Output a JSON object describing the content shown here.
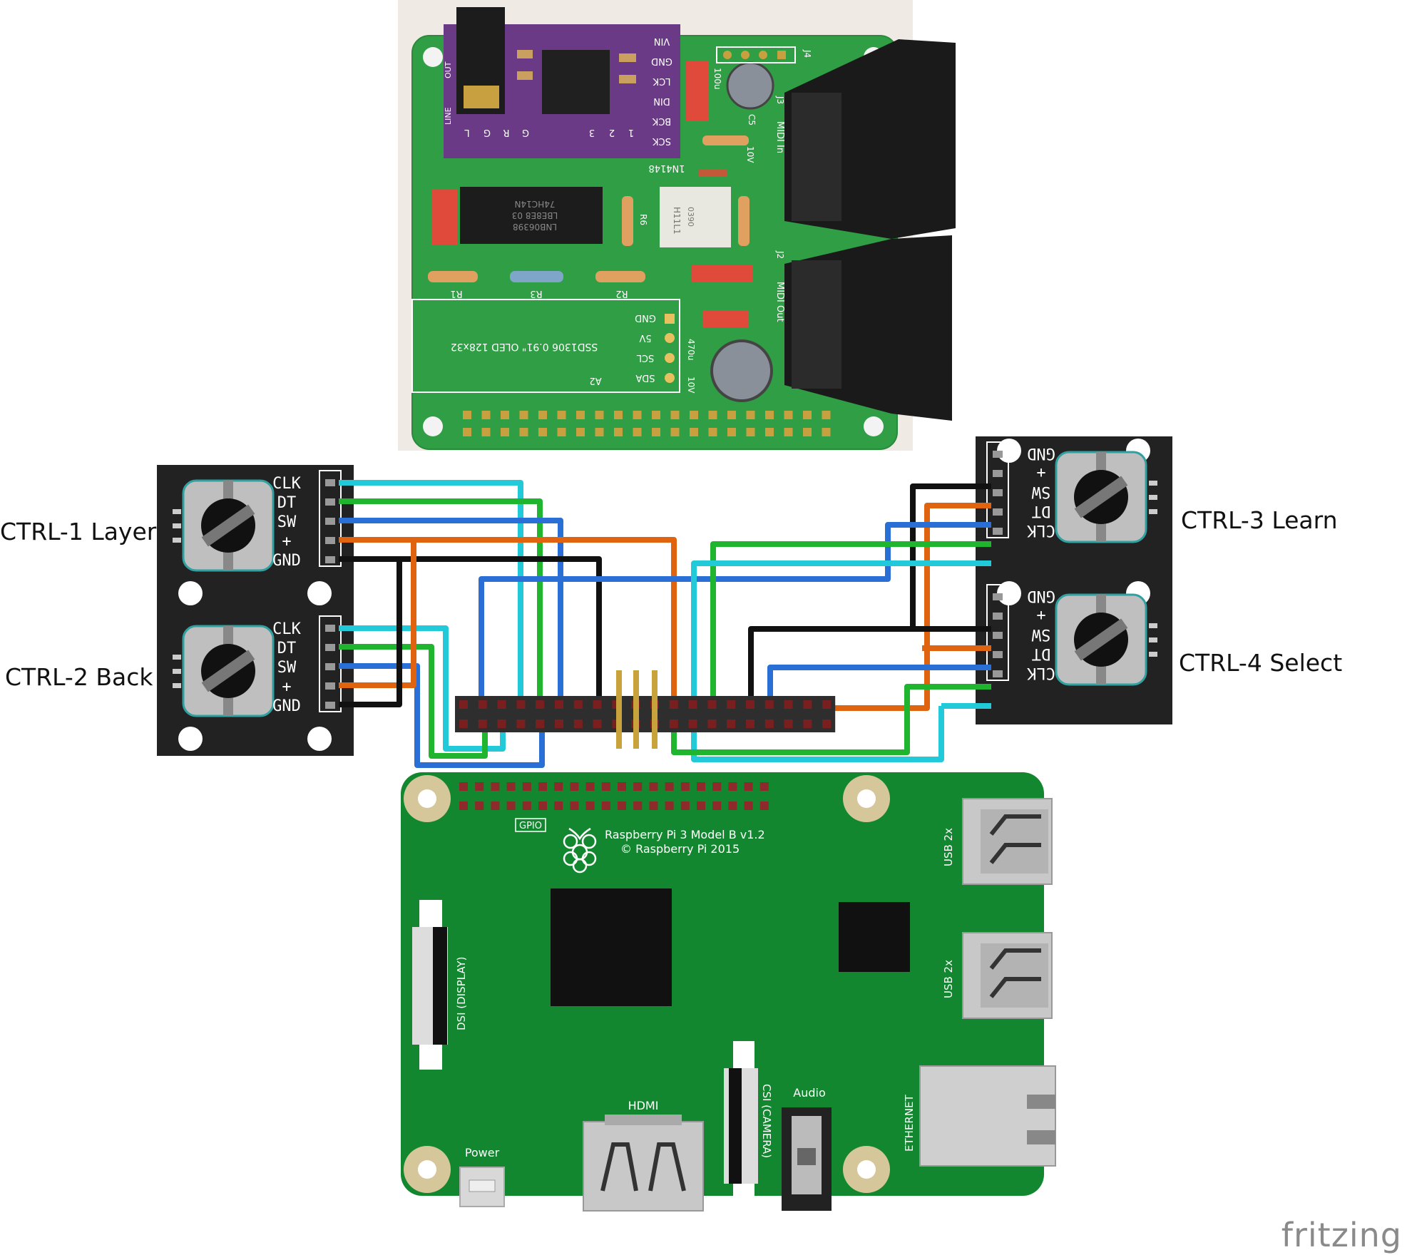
{
  "controllers": [
    {
      "id": "ctrl1",
      "title": "CTRL-1 Layer",
      "pins": [
        "CLK",
        "DT",
        "SW",
        "+",
        "GND"
      ]
    },
    {
      "id": "ctrl2",
      "title": "CTRL-2 Back",
      "pins": [
        "CLK",
        "DT",
        "SW",
        "+",
        "GND"
      ]
    },
    {
      "id": "ctrl3",
      "title": "CTRL-3 Learn",
      "pins": [
        "GND",
        "+",
        "SW",
        "DT",
        "CLK"
      ]
    },
    {
      "id": "ctrl4",
      "title": "CTRL-4 Select",
      "pins": [
        "GND",
        "+",
        "SW",
        "DT",
        "CLK"
      ]
    }
  ],
  "midi_board": {
    "silkscreen": {
      "module_pins": [
        "VIN",
        "GND",
        "LCK",
        "DIN",
        "BCK",
        "SCK"
      ],
      "jack": [
        "OUT",
        "LINE"
      ],
      "bottom_pins": [
        "L",
        "G",
        "R",
        "G",
        "3",
        "2",
        "1"
      ],
      "ic_lines": [
        "74HC14N",
        "LBE8E8 03",
        "LNB06398"
      ],
      "diode": "1N4148",
      "resistors": [
        "R1",
        "R3",
        "R2",
        "R6"
      ],
      "opto": [
        "H11L1",
        "0390"
      ],
      "oled_pins": [
        "GND",
        "5V",
        "SCL",
        "SDA"
      ],
      "oled_label": "SSD1306 0.91\" OLED 128x32",
      "oled_ref": "A2",
      "cap_labels": [
        "100u",
        "10V",
        "470u",
        "10V",
        "C5"
      ],
      "midi_in": "MIDI In",
      "midi_out": "MIDI Out",
      "j_labels": [
        "J3",
        "J2",
        "J4"
      ]
    }
  },
  "pi": {
    "model_line1": "Raspberry Pi 3 Model B v1.2",
    "model_line2": "© Raspberry Pi 2015",
    "gpio": "GPIO",
    "usb_top": "USB 2x",
    "usb_bottom": "USB 2x",
    "ethernet": "ETHERNET",
    "dsi": "DSI (DISPLAY)",
    "csi": "CSI (CAMERA)",
    "hdmi": "HDMI",
    "audio": "Audio",
    "power": "Power"
  },
  "brand": "fritzing",
  "colors": {
    "pcb_green": "#2f9e44",
    "pi_green": "#13872f",
    "module_purple": "#6b3a86",
    "wire_cyan": "#22c9d8",
    "wire_green": "#1fb52e",
    "wire_blue": "#2a6fd6",
    "wire_orange": "#e0640f",
    "wire_black": "#111111",
    "encoder_bg": "#222222"
  }
}
